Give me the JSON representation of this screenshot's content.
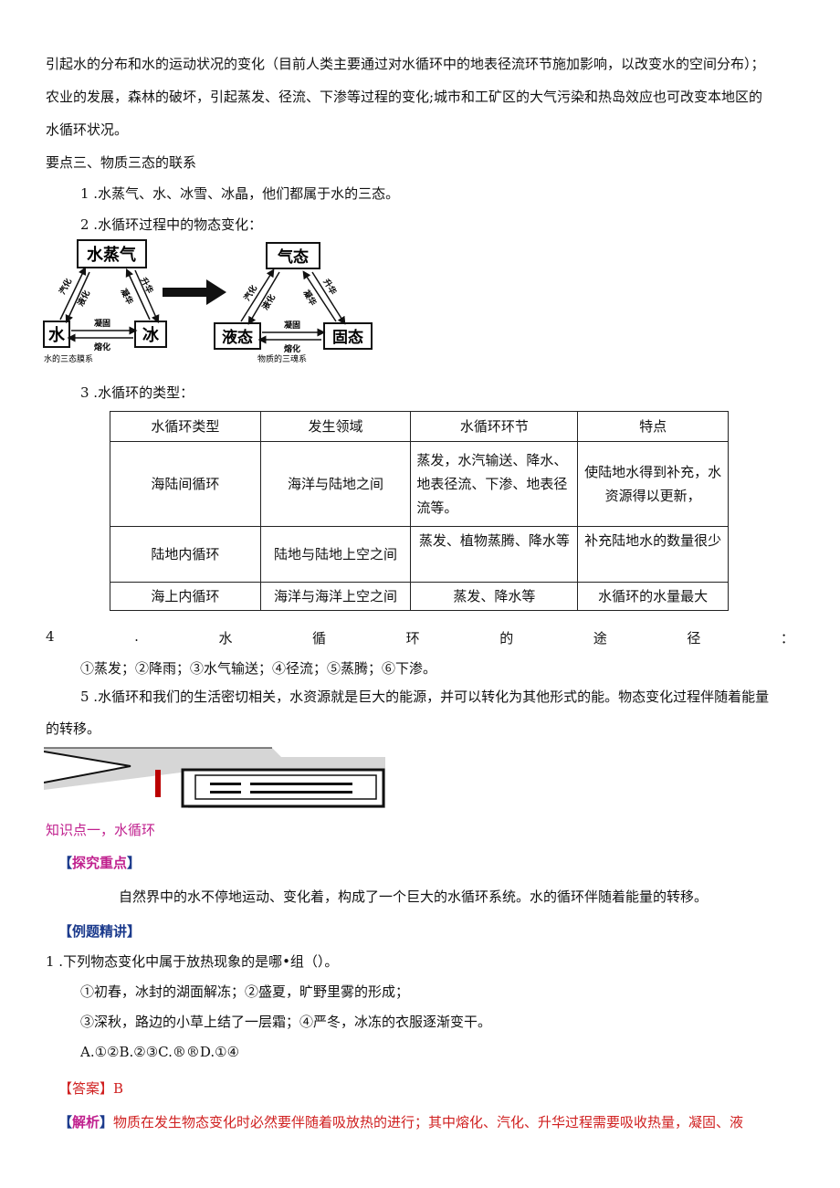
{
  "paragraphs": {
    "l1": "引起水的分布和水的运动状况的变化（目前人类主要通过对水循环中的地表径流环节施加影响，以改变水的空间分布）；",
    "l2": "农业的发展，森林的破坏，引起蒸发、径流、下渗等过程的变化;城市和工矿区的大气污染和热岛效应也可改变本地区的",
    "l3": "水循环状况。",
    "key3": "要点三、物质三态的联系",
    "i1": "1 .水蒸气、水、冰雪、冰晶，他们都属于水的三态。",
    "i2": "2 .水循环过程中的物态变化：",
    "i3": "3 .水循环的类型："
  },
  "diagram_left": {
    "top": "水蒸气",
    "left": "水",
    "right": "冰",
    "lbl_a": "汽化",
    "lbl_b": "液化",
    "lbl_c": "升华",
    "lbl_d": "凝华",
    "lbl_e": "凝固",
    "lbl_f": "熔化",
    "caption": "水的三态膜系"
  },
  "diagram_right": {
    "top": "气态",
    "left": "液态",
    "right": "固态",
    "lbl_a": "汽化",
    "lbl_b": "液化",
    "lbl_c": "升华",
    "lbl_d": "凝华",
    "lbl_e": "凝固",
    "lbl_f": "熔化",
    "caption": "物质的三魂系"
  },
  "table": {
    "headers": [
      "水循环类型",
      "发生领域",
      "水循环环节",
      "特点"
    ],
    "rows": [
      [
        "海陆间循环",
        "海洋与陆地之间",
        "蒸发，水汽输送、降水、地表径流、下渗、地表径流等。",
        "使陆地水得到补充，水资源得以更新，"
      ],
      [
        "陆地内循环",
        "陆地与陆地上空之间",
        "蒸发、植物蒸腾、降水等",
        "补充陆地水的数量很少"
      ],
      [
        "海上内循环",
        "海洋与海洋上空之间",
        "蒸发、降水等",
        "水循环的水量最大"
      ]
    ]
  },
  "item4": {
    "chars": [
      "4",
      ".",
      "水",
      "循",
      "环",
      "的",
      "途",
      "径",
      "："
    ],
    "line": "①蒸发；②降雨；③水气输送；④径流；⑤蒸腾；⑥下渗。"
  },
  "item5": {
    "l1": "5 .水循环和我们的生活密切相关，水资源就是巨大的能源，并可以转化为其他形式的能。物态变化过程伴随着能量",
    "l2": "的转移。"
  },
  "knowledge": {
    "title": "知识点一，水循环",
    "explore_tag": "探究重点",
    "explore_text": "自然界中的水不停地运动、变化着，构成了一个巨大的水循环系统。水的循环伴随着能量的转移。",
    "example_tag": "例题精讲"
  },
  "question": {
    "q": "1 .下列物态变化中属于放热现象的是哪•组（）。",
    "o1": "①初春，冰封的湖面解冻；②盛夏，旷野里雾的形成；",
    "o2": "③深秋，路边的小草上结了一层霜；④严冬，冰冻的衣服逐渐变干。",
    "choices": "A.①②B.②③C.®®D.①④",
    "answer_tag": "答案",
    "answer": "B",
    "analysis_tag": "解析",
    "analysis": "物质在发生物态变化时必然要伴随着吸放热的进行；其中熔化、汽化、升华过程需要吸收热量，凝固、液"
  }
}
